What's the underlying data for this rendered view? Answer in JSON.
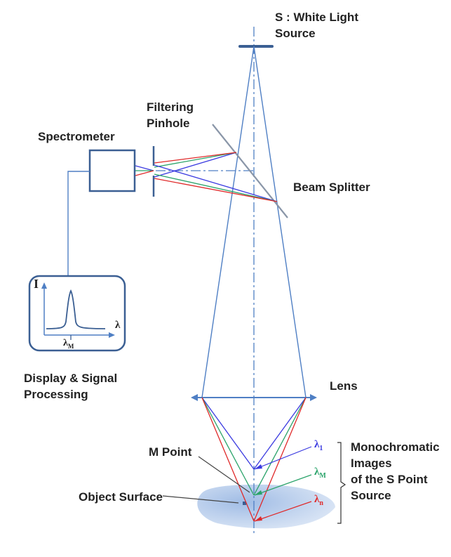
{
  "labels": {
    "source": [
      "S : White Light",
      "Source"
    ],
    "pinhole": [
      "Filtering",
      "Pinhole"
    ],
    "spectrometer": "Spectrometer",
    "beam_splitter": "Beam Splitter",
    "display": [
      "Display & Signal",
      "Processing"
    ],
    "lens": "Lens",
    "m_point": "M Point",
    "object_surface": "Object Surface",
    "monochromatic": [
      "Monochromatic",
      "Images",
      "of the S Point",
      "Source"
    ]
  },
  "inset": {
    "y_axis": "I",
    "x_axis": "λ",
    "peak_symbol": "λ",
    "peak_sub": "M"
  },
  "wavelengths": [
    {
      "symbol": "λ",
      "sub": "1",
      "color": "#3a3ae0"
    },
    {
      "symbol": "λ",
      "sub": "M",
      "color": "#2aa36a"
    },
    {
      "symbol": "λ",
      "sub": "n",
      "color": "#e02a2a"
    }
  ],
  "colors": {
    "beam": "#4f7fc4",
    "component": "#3b5f93",
    "blue_ray": "#3a3ae0",
    "green_ray": "#2aa36a",
    "red_ray": "#e02a2a",
    "surface": "#a9c3e8"
  }
}
